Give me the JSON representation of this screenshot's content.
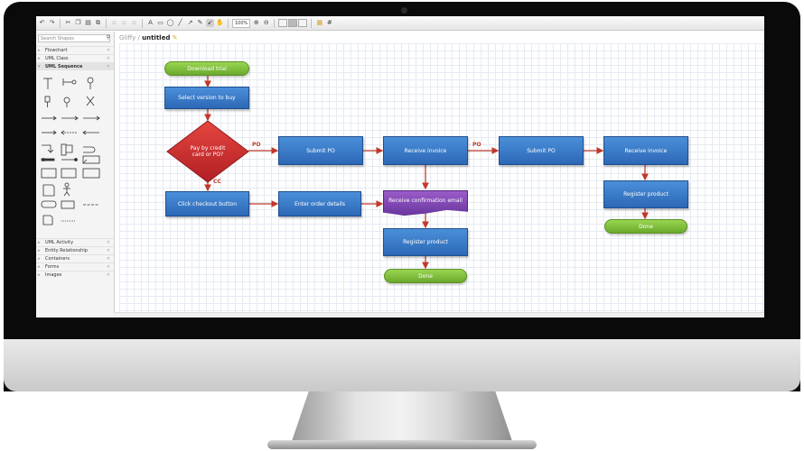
{
  "app": {
    "brand": "Gliffy",
    "separator": "/",
    "document_title": "untitled"
  },
  "toolbar": {
    "zoom": "100%"
  },
  "sidebar": {
    "search_placeholder": "Search Shapes",
    "categories_top": [
      "Flowchart",
      "UML Class",
      "UML Sequence"
    ],
    "categories_bottom": [
      "UML Activity",
      "Entity Relationship",
      "Containers",
      "Forms",
      "Images"
    ]
  },
  "diagram": {
    "download_trial": "Download trial",
    "select_version": "Select version to buy",
    "pay_by": "Pay by credit card or PO?",
    "label_po_1": "PO",
    "label_cc": "CC",
    "submit_po_1": "Submit PO",
    "receive_invoice_1": "Receive invoice",
    "label_po_2": "PO",
    "submit_po_2": "Submit PO",
    "receive_invoice_2": "Receive invoice",
    "click_checkout": "Click checkout button",
    "enter_order": "Enter order details",
    "receive_confirmation": "Receive confirmation email",
    "register_product_1": "Register product",
    "done_1": "Done",
    "register_product_2": "Register product",
    "done_2": "Done"
  },
  "colors": {
    "process_blue": "#2c68b6",
    "terminal_green": "#7cbf3a",
    "decision_red": "#c8282c",
    "document_purple": "#7a3fb0",
    "connector_red": "#c0392b"
  }
}
